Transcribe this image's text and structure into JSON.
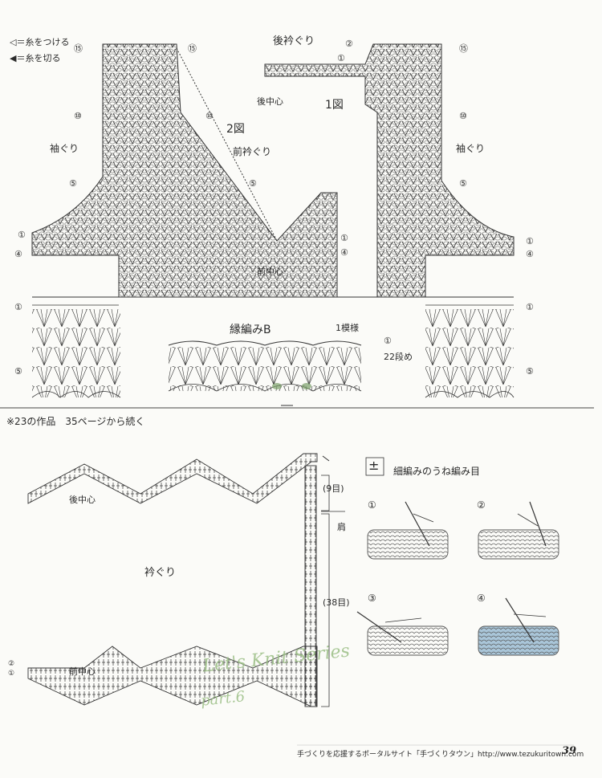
{
  "legend": {
    "attach_label": "◁＝糸をつける",
    "cut_label": "◀＝糸を切る"
  },
  "diagram_top": {
    "back_neckline": "後衿ぐり",
    "fig1": "1図",
    "back_center": "後中心",
    "fig2": "2図",
    "front_neckline": "前衿ぐり",
    "armhole_left": "袖ぐり",
    "armhole_right": "袖ぐり",
    "front_center": "前中心",
    "edging_b": "縁編みB",
    "one_pattern": "1模様",
    "rows_22": "22段め",
    "row_markers": [
      "⑮",
      "⑩",
      "⑤",
      "①",
      "④",
      "⑤",
      "②"
    ]
  },
  "note": {
    "text": "※23の作品　35ページから続く"
  },
  "diagram_bottom": {
    "back_center": "後中心",
    "neckline": "衿ぐり",
    "front_center": "前中心",
    "rows_9": "(9目)",
    "rows_38": "(38目)",
    "shoulder": "肩",
    "marker_2": "②",
    "marker_1": "①"
  },
  "stitch_guide": {
    "symbol": "±",
    "title": "細編みのうね編み目",
    "steps": [
      "①",
      "②",
      "③",
      "④"
    ]
  },
  "watermark": {
    "line1": "Let's Knit Series",
    "line2": "part.6"
  },
  "footer": {
    "portal_text": "手づくりを応援するポータルサイト「手づくりタウン」http://www.tezukuritown.com",
    "page_number": "39"
  }
}
